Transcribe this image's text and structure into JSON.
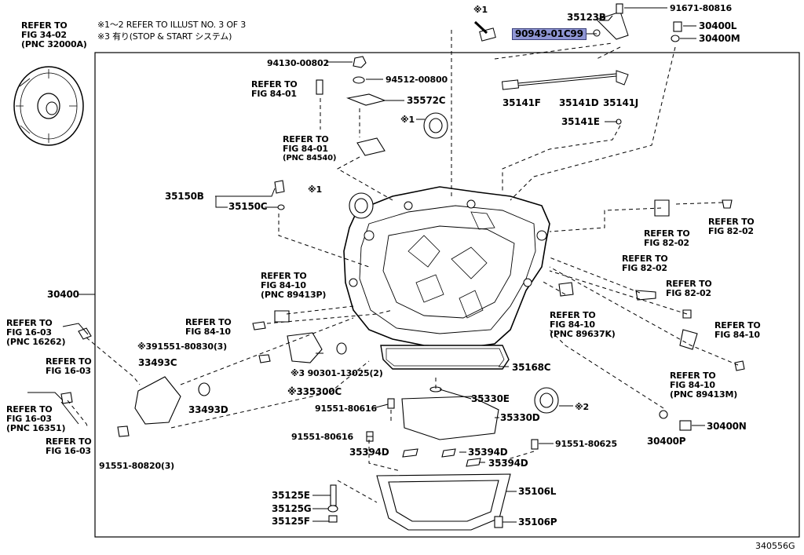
{
  "notes": [
    "※1～2 REFER TO ILLUST NO. 3 OF 3",
    "※3 有り(STOP & START システム)"
  ],
  "diagram_code": "340556G",
  "colors": {
    "highlight": "#8f96d4",
    "line": "#000000"
  },
  "callouts": {
    "ref_34_02": [
      "REFER TO",
      "FIG 34-02",
      "(PNC 32000A)"
    ],
    "ref_84_01_a": [
      "REFER TO",
      "FIG 84-01"
    ],
    "ref_84_01_b": [
      "REFER TO",
      "FIG 84-01",
      "(PNC 84540)"
    ],
    "ref_84_10_a": [
      "REFER TO",
      "FIG 84-10",
      "(PNC 89413P)"
    ],
    "ref_84_10_b": [
      "REFER TO",
      "FIG 84-10"
    ],
    "ref_16_03_a": [
      "REFER TO",
      "FIG 16-03",
      "(PNC 16262)"
    ],
    "ref_16_03_b": [
      "REFER TO",
      "FIG 16-03"
    ],
    "ref_16_03_c": [
      "REFER TO",
      "FIG 16-03",
      "(PNC 16351)"
    ],
    "ref_16_03_d": [
      "REFER TO",
      "FIG 16-03"
    ],
    "ref_84_10_c": [
      "REFER TO",
      "FIG 84-10",
      "(PNC 89637K)"
    ],
    "ref_82_02_a": [
      "REFER TO",
      "FIG 82-02"
    ],
    "ref_82_02_b": [
      "REFER TO",
      "FIG 82-02"
    ],
    "ref_82_02_c": [
      "REFER TO",
      "FIG 82-02"
    ],
    "ref_82_02_d": [
      "REFER TO",
      "FIG 82-02"
    ],
    "ref_84_10_d": [
      "REFER TO",
      "FIG 84-10"
    ],
    "ref_84_10_e": [
      "REFER TO",
      "FIG 84-10",
      "(PNC 89413M)"
    ]
  },
  "parts": {
    "p_90949": "90949-01C99",
    "p_35123B": "35123B",
    "p_91671": "91671-80816",
    "p_30400L": "30400L",
    "p_30400M": "30400M",
    "p_star1_top": "※1",
    "p_94130": "94130-00802",
    "p_94512": "94512-00800",
    "p_35572C": "35572C",
    "p_star1_b": "※1",
    "p_35141F": "35141F",
    "p_35141D": "35141D",
    "p_35141J": "35141J",
    "p_35141E": "35141E",
    "p_35150B": "35150B",
    "p_35150C": "35150C",
    "p_star1_c": "※1",
    "p_30400": "30400",
    "p_391551": "※391551-80830(3)",
    "p_33493C": "33493C",
    "p_90301": "※3 90301-13025(2)",
    "p_35300C": "※335300C",
    "p_33493D": "33493D",
    "p_35168C": "35168C",
    "p_35330E": "35330E",
    "p_91551_616a": "91551-80616",
    "p_35330D": "35330D",
    "p_star2": "※2",
    "p_91551_616b": "91551-80616",
    "p_91551_625": "91551-80625",
    "p_35394D_a": "35394D",
    "p_35394D_b": "35394D",
    "p_35394D_c": "35394D",
    "p_91551_820": "91551-80820(3)",
    "p_35106L": "35106L",
    "p_35125E": "35125E",
    "p_35125G": "35125G",
    "p_35125F": "35125F",
    "p_35106P": "35106P",
    "p_30400N": "30400N",
    "p_30400P": "30400P"
  }
}
